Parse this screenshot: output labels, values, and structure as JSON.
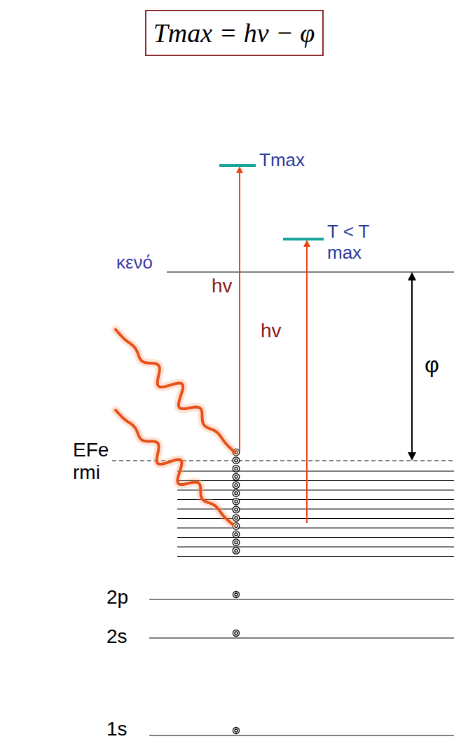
{
  "diagram": {
    "nodes": [
      {
        "text": [
          "Tmax = hv − φ"
        ]
      }
    ],
    "labels": [
      "Tmax",
      "T < Tmax",
      "κενό",
      "hv",
      "hv",
      "φ",
      "EFermi",
      "2p",
      "2s",
      "1s"
    ]
  }
}
